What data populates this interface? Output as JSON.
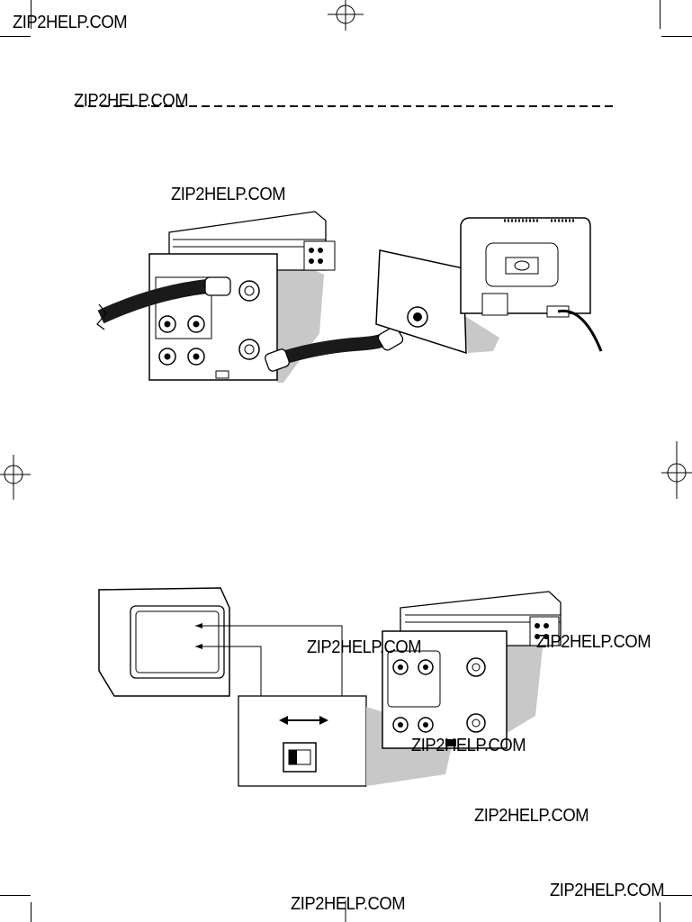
{
  "page": {
    "watermarks": [
      "ZIP2HELP.COM",
      "ZIP2HELP.COM",
      "ZIP2HELP.COM",
      "ZIP2HELP.COM",
      "ZIP2HELP.COM",
      "ZIP2HELP.COM",
      "ZIP2HELP.COM",
      "ZIP2HELP.COM",
      "ZIP2HELP.COM"
    ]
  },
  "colors": {
    "line": "#000000",
    "shadow": "#c8c8c8",
    "hose": "#1a1a1a",
    "paper": "#ffffff"
  },
  "figures": {
    "top_illustration": "vcr-to-tv-coax-connection",
    "bottom_illustration": "tv-vcr-switch-setup"
  }
}
